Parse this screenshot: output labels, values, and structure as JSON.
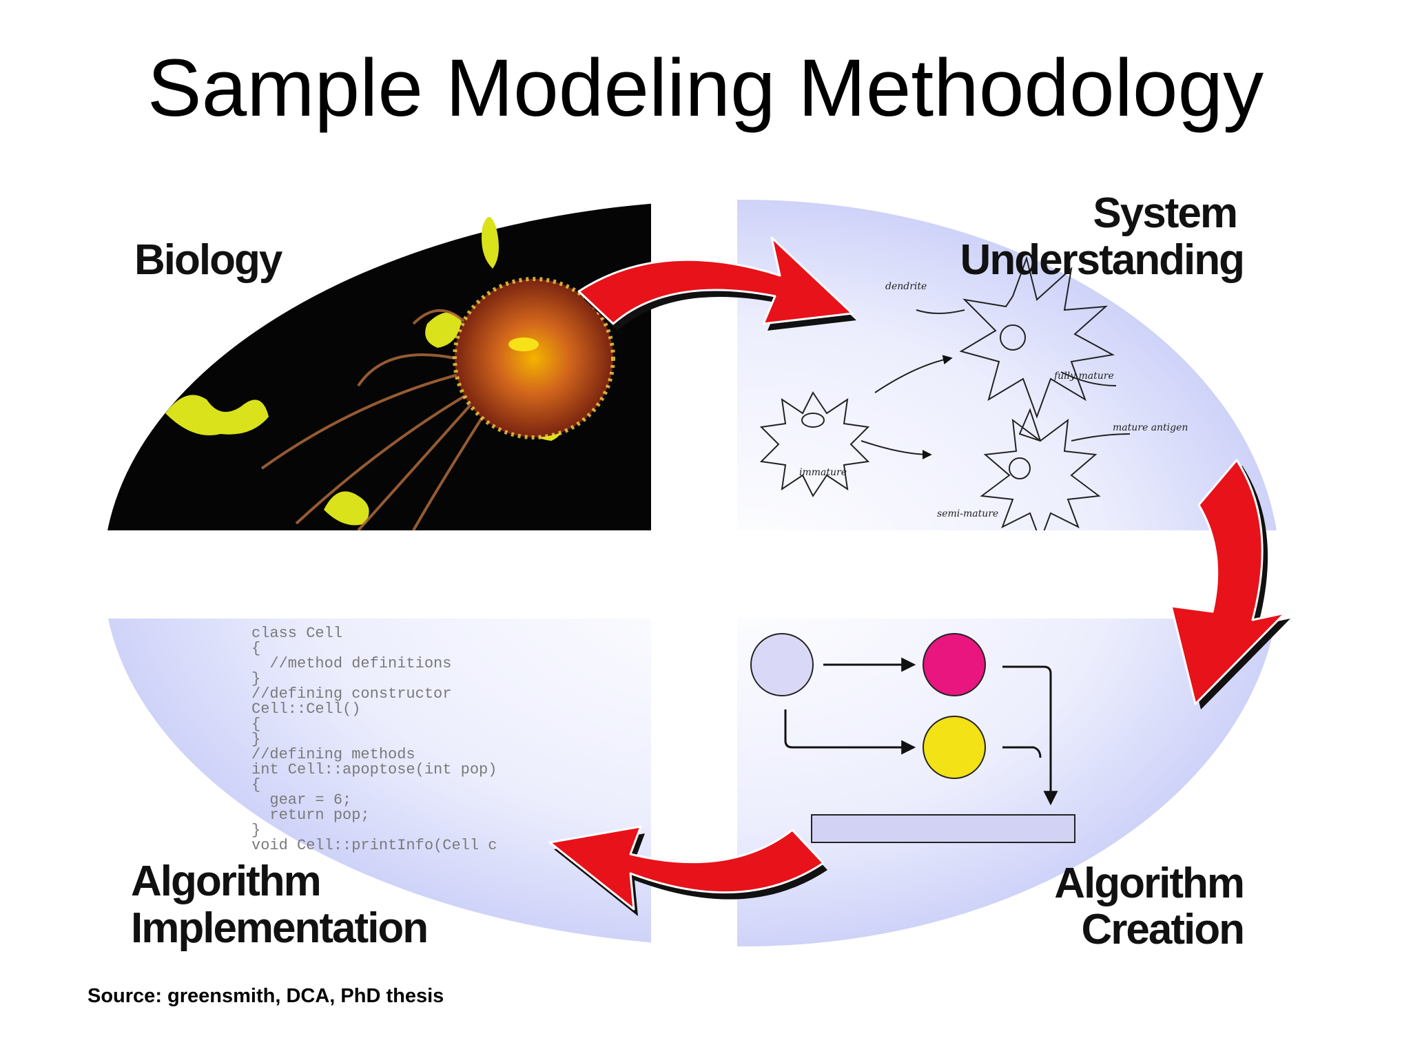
{
  "slide": {
    "title": "Sample Modeling Methodology",
    "source": "Source: greensmith, DCA, PhD thesis"
  },
  "quadrants": {
    "biology": "Biology",
    "system_understanding": [
      "System",
      "Understanding"
    ],
    "algorithm_creation": [
      "Algorithm",
      "Creation"
    ],
    "algorithm_implementation": [
      "Algorithm",
      "Implementation"
    ]
  },
  "sketch_labels": [
    "dendrite",
    "fully mature",
    "immature",
    "semi-mature",
    "mature antigen"
  ],
  "code_lines": [
    "class Cell",
    "{",
    "  //method definitions",
    "}",
    "//defining constructor",
    "Cell::Cell()",
    "{",
    "}",
    "//defining methods",
    "int Cell::apoptose(int pop)",
    "{",
    "  gear = 6;",
    "  return pop;",
    "}",
    "void Cell::printInfo(Cell c"
  ],
  "colors": {
    "panel_blue": "#c9cdf7",
    "arrow_red": "#e8121a",
    "node_pink": "#e8167e",
    "node_yellow": "#f2e216",
    "node_lavender": "#d9d9f7"
  }
}
